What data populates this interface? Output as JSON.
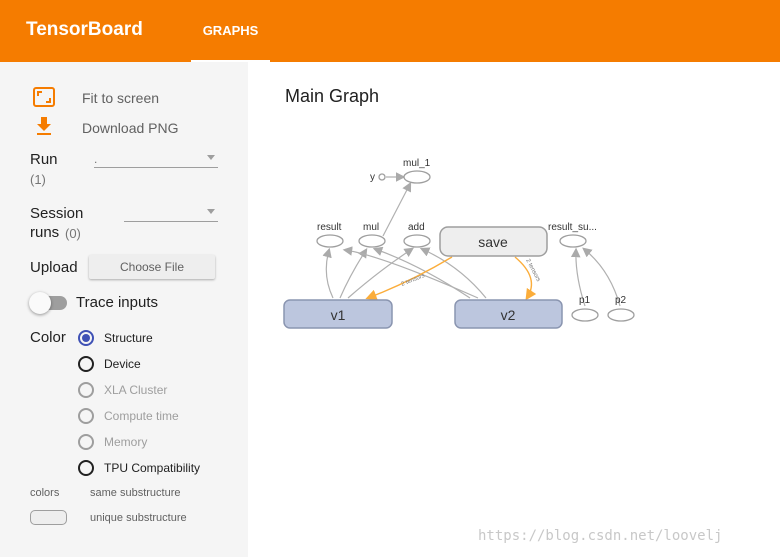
{
  "header": {
    "brand": "TensorBoard",
    "tab_graphs": "GRAPHS"
  },
  "colors": {
    "accent": "#f57c00",
    "radio_selected": "#3f51b5",
    "node_fill": "#bcc6de",
    "node_stroke": "#8a95b0",
    "edge_ref": "#fbad3b"
  },
  "sidebar": {
    "fit_label": "Fit to screen",
    "download_label": "Download PNG",
    "run_label": "Run",
    "run_count": "(1)",
    "run_value": ".",
    "session_label_1": "Session",
    "session_label_2": "runs",
    "session_count": "(0)",
    "session_value": "",
    "upload_label": "Upload",
    "choose_file": "Choose File",
    "trace_label": "Trace inputs",
    "color_label": "Color",
    "color_options": [
      "Structure",
      "Device",
      "XLA Cluster",
      "Compute time",
      "Memory",
      "TPU Compatibility"
    ],
    "legend_colors": "colors",
    "legend_same": "same substructure",
    "legend_unique": "unique substructure"
  },
  "graph": {
    "title": "Main Graph",
    "nodes": {
      "mul_1": "mul_1",
      "y": "y",
      "result": "result",
      "mul": "mul",
      "add": "add",
      "save": "save",
      "result_su": "result_su...",
      "v1": "v1",
      "v2": "v2",
      "p1": "p1",
      "p2": "p2"
    },
    "edge_labels": {
      "tensors": "2 tensors",
      "ref": "2 tensors"
    }
  },
  "watermark": "https://blog.csdn.net/loovelj"
}
